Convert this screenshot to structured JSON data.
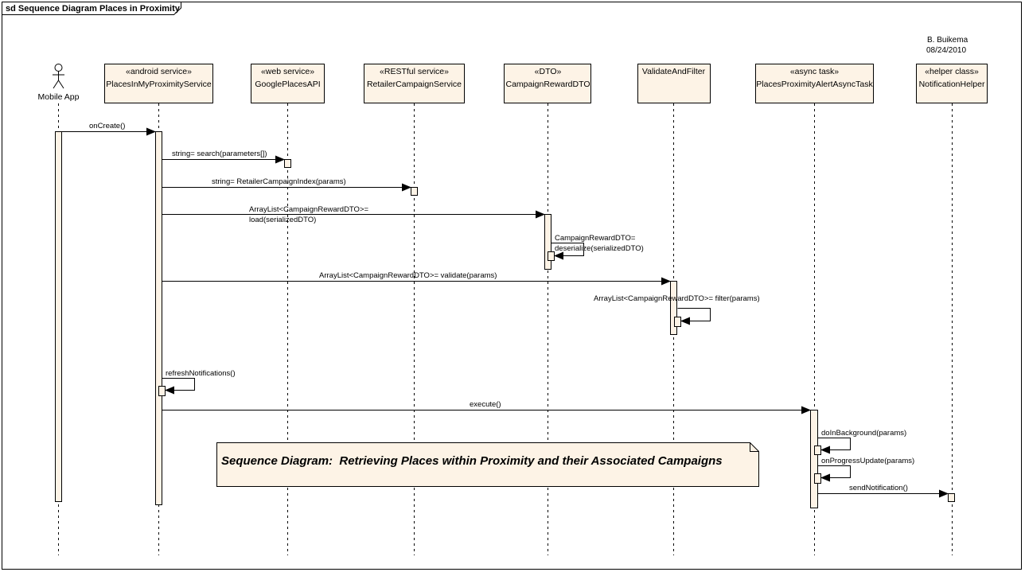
{
  "frame": {
    "title": "sd Sequence Diagram Places in Proximity"
  },
  "author": {
    "name": "B. Buikema",
    "date": "08/24/2010"
  },
  "lifelines": [
    {
      "id": "mobile",
      "type": "actor",
      "name": "Mobile App",
      "stereotype": ""
    },
    {
      "id": "places",
      "type": "box",
      "name": "PlacesInMyProximityService",
      "stereotype": "«android service»"
    },
    {
      "id": "google",
      "type": "box",
      "name": "GooglePlacesAPI",
      "stereotype": "«web service»"
    },
    {
      "id": "retailer",
      "type": "box",
      "name": "RetailerCampaignService",
      "stereotype": "«RESTful service»"
    },
    {
      "id": "dto",
      "type": "box",
      "name": "CampaignRewardDTO",
      "stereotype": "«DTO»"
    },
    {
      "id": "validate",
      "type": "box",
      "name": "ValidateAndFilter",
      "stereotype": ""
    },
    {
      "id": "asynctask",
      "type": "box",
      "name": "PlacesProximityAlertAsyncTask",
      "stereotype": "«async task»"
    },
    {
      "id": "notify",
      "type": "box",
      "name": "NotificationHelper",
      "stereotype": "«helper class»"
    }
  ],
  "messages": [
    {
      "from": "mobile",
      "to": "places",
      "lines": [
        "onCreate()"
      ]
    },
    {
      "from": "places",
      "to": "google",
      "lines": [
        "string= search(parameters[])"
      ]
    },
    {
      "from": "places",
      "to": "retailer",
      "lines": [
        "string= RetailerCampaignIndex(params)"
      ]
    },
    {
      "from": "places",
      "to": "dto",
      "lines": [
        "ArrayList<CampaignRewardDTO>=",
        "load(serializedDTO)"
      ]
    },
    {
      "from": "dto",
      "to": "dto",
      "lines": [
        "CampaignRewardDTO=",
        "deserialize(serializedDTO)"
      ]
    },
    {
      "from": "places",
      "to": "validate",
      "lines": [
        "ArrayList<CampaignRewardDTO>= validate(params)"
      ]
    },
    {
      "from": "validate",
      "to": "validate",
      "lines": [
        "ArrayList<CampaignRewardDTO>= filter(params)"
      ]
    },
    {
      "from": "places",
      "to": "places",
      "lines": [
        "refreshNotifications()"
      ]
    },
    {
      "from": "places",
      "to": "asynctask",
      "lines": [
        "execute()"
      ]
    },
    {
      "from": "asynctask",
      "to": "asynctask",
      "lines": [
        "doInBackground(params)"
      ]
    },
    {
      "from": "asynctask",
      "to": "asynctask",
      "lines": [
        "onProgressUpdate(params)"
      ]
    },
    {
      "from": "asynctask",
      "to": "notify",
      "lines": [
        "sendNotification()"
      ]
    }
  ],
  "note": {
    "text": "Sequence Diagram:  Retrieving Places within Proximity and their Associated Campaigns"
  },
  "colors": {
    "box_fill": "#fdf3e6",
    "line": "#000000",
    "background": "#ffffff"
  }
}
